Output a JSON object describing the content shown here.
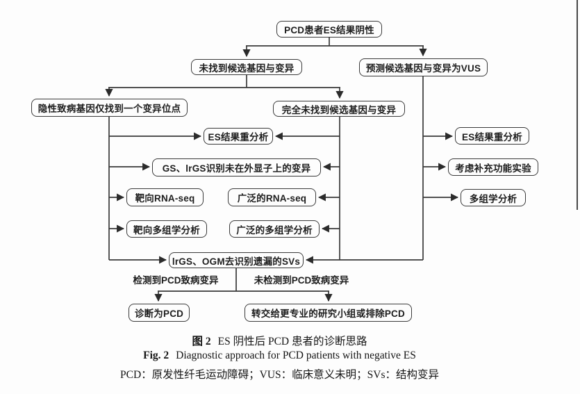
{
  "flowchart": {
    "nodes": {
      "top": {
        "label": "PCD患者ES结果阴性"
      },
      "no_candidate": {
        "label": "未找到候选基因与变异"
      },
      "vus": {
        "label": "预测候选基因与变异为VUS"
      },
      "recessive_single": {
        "label": "隐性致病基因仅找到一个变异位点"
      },
      "none_found": {
        "label": "完全未找到候选基因与变异"
      },
      "es_reanalysis_mid": {
        "label": "ES结果重分析"
      },
      "gs_lrgs": {
        "label": "GS、lrGS识别未在外显子上的变异"
      },
      "targeted_rnaseq": {
        "label": "靶向RNA-seq"
      },
      "broad_rnaseq": {
        "label": "广泛的RNA-seq"
      },
      "targeted_multiomics": {
        "label": "靶向多组学分析"
      },
      "broad_multiomics": {
        "label": "广泛的多组学分析"
      },
      "lrgs_ogm": {
        "label": "lrGS、OGM去识别遗漏的SVs"
      },
      "diagnosed": {
        "label": "诊断为PCD"
      },
      "refer_exclude": {
        "label": "转交给更专业的研究小组或排除PCD"
      },
      "es_reanalysis_right": {
        "label": "ES结果重分析"
      },
      "functional_exp": {
        "label": "考虑补充功能实验"
      },
      "multiomics_right": {
        "label": "多组学分析"
      }
    },
    "edge_labels": {
      "detected": "检测到PCD致病变异",
      "not_detected": "未检测到PCD致病变异"
    }
  },
  "caption": {
    "fig_label_zh": "图 2",
    "title_zh": "ES 阴性后 PCD 患者的诊断思路",
    "fig_label_en": "Fig. 2",
    "title_en": "Diagnostic approach for PCD patients with negative ES",
    "abbreviations": "PCD：原发性纤毛运动障碍；VUS：临床意义未明；SVs：结构变异"
  },
  "colors": {
    "line": "#383838",
    "box_border": "#3a3a3a",
    "text": "#1d1d1d",
    "background": "#fdfdfd"
  }
}
